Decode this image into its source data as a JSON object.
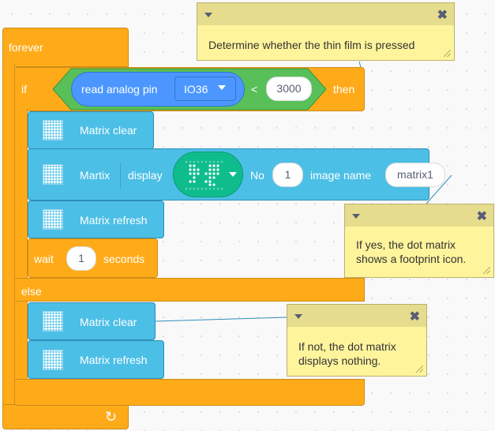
{
  "forever": {
    "label": "forever"
  },
  "if_block": {
    "if_label": "if",
    "read_label": "read analog pin",
    "pin": "IO36",
    "operator": "<",
    "threshold": "3000",
    "then_label": "then",
    "else_label": "else"
  },
  "blocks": {
    "matrix_clear": "Matrix clear",
    "martix": "Martix",
    "display": "display",
    "no_label": "No",
    "no_value": "1",
    "image_name_label": "image name",
    "image_name_value": "matrix1",
    "matrix_refresh": "Matrix refresh",
    "wait_label": "wait",
    "wait_value": "1",
    "seconds_label": "seconds",
    "else_matrix_clear": "Matrix clear",
    "else_matrix_refresh": "Matrix refresh"
  },
  "comments": {
    "top": "Determine whether the thin film is pressed",
    "yes": "If yes, the dot matrix shows a footprint icon.",
    "no": "If not, the dot matrix displays nothing."
  },
  "colors": {
    "control": "#ffab19",
    "matrix": "#4cbfe6",
    "operator": "#59c059",
    "sensor": "#4c97ff",
    "comment": "#fef49c"
  }
}
